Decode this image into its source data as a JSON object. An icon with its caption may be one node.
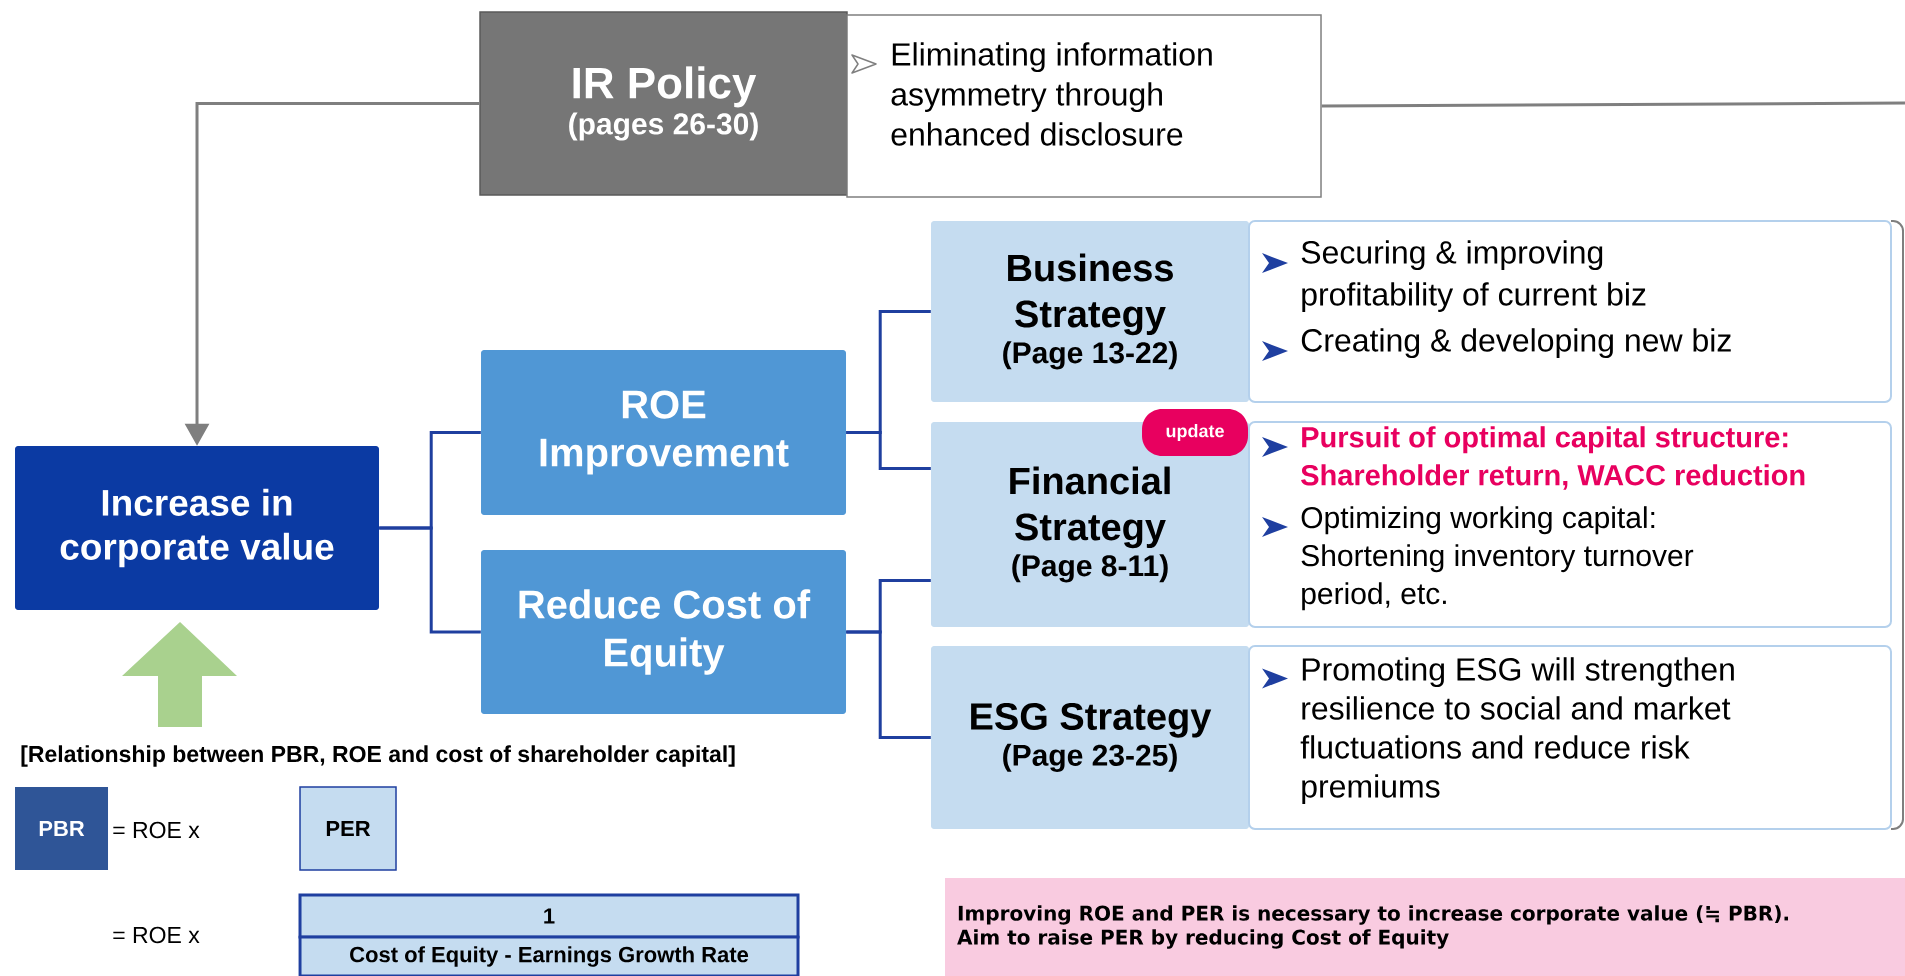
{
  "diagram": {
    "nodes": [
      {
        "text": [
          "IR Policy",
          "(pages 26-30)"
        ]
      },
      {
        "text": [
          "Eliminating information asymmetry through enhanced disclosure"
        ]
      },
      {
        "text": [
          "Increase in corporate value"
        ]
      },
      {
        "text": [
          "ROE Improvement"
        ]
      },
      {
        "text": [
          "Reduce Cost of Equity"
        ]
      },
      {
        "text": [
          "Business Strategy",
          "(Page 13-22)"
        ]
      },
      {
        "text": [
          "Securing & improving profitability of current biz",
          "Creating & developing new biz"
        ]
      },
      {
        "text": [
          "update"
        ]
      },
      {
        "text": [
          "Financial Strategy",
          "(Page 8-11)"
        ]
      },
      {
        "text": [
          "Pursuit of optimal capital structure: Shareholder return, WACC reduction",
          "Optimizing working capital: Shortening inventory turnover period, etc."
        ]
      },
      {
        "text": [
          "ESG Strategy",
          "(Page 23-25)"
        ]
      },
      {
        "text": [
          "Promoting ESG will strengthen resilience to social and market fluctuations and reduce risk premiums"
        ]
      },
      {
        "text": [
          "PBR"
        ]
      },
      {
        "text": [
          "PER"
        ]
      },
      {
        "text": [
          "1"
        ]
      },
      {
        "text": [
          "Cost of Equity - Earnings Growth Rate"
        ]
      },
      {
        "text": [
          "Improving ROE and PER is necessary to increase corporate value (≒ PBR).",
          "Aim to raise PER by reducing Cost of Equity"
        ]
      }
    ],
    "edges": [
      {
        "from": 0,
        "to": 2,
        "arrow": "to",
        "color": "#7f7f7f"
      },
      {
        "from": 1,
        "to": null,
        "arrow": "none",
        "color": "#7f7f7f"
      },
      {
        "from": 2,
        "to": 3,
        "arrow": "none"
      },
      {
        "from": 2,
        "to": 4,
        "arrow": "none"
      },
      {
        "from": 3,
        "to": 5,
        "arrow": "none"
      },
      {
        "from": 3,
        "to": 8,
        "arrow": "none"
      },
      {
        "from": 4,
        "to": 8,
        "arrow": "none"
      },
      {
        "from": 4,
        "to": 10,
        "arrow": "none"
      }
    ],
    "labels": [
      "[Relationship between PBR, ROE and cost of shareholder capital]",
      "= ROE x",
      "= ROE x"
    ]
  }
}
